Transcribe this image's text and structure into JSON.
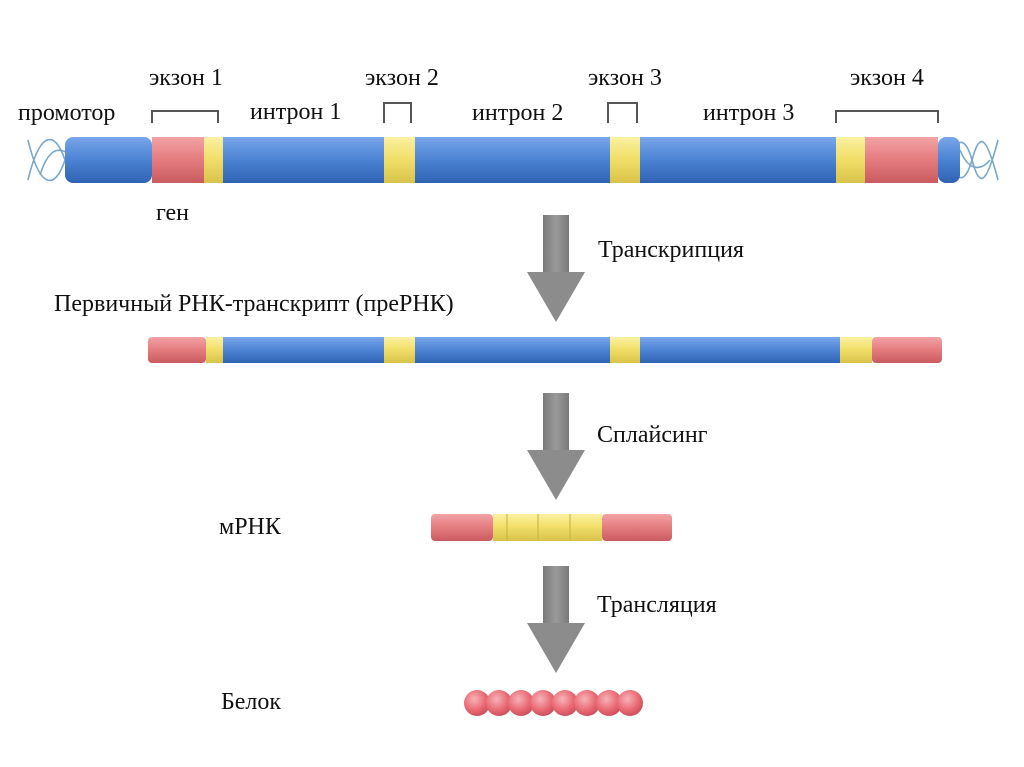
{
  "labels": {
    "promoter": "промотор",
    "gene": "ген",
    "exons": [
      "экзон 1",
      "экзон 2",
      "экзон 3",
      "экзон 4"
    ],
    "introns": [
      "интрон 1",
      "интрон 2",
      "интрон 3"
    ],
    "pre_rna": "Первичный РНК-транскрипт (преРНК)",
    "mrna": "мРНК",
    "protein": "Белок"
  },
  "steps": [
    "Транскрипция",
    "Сплайсинг",
    "Трансляция"
  ],
  "colors": {
    "exon_coding": "#e67f82",
    "exon_utr": "#f2e06b",
    "intron": "#4f86d6",
    "intron_edge": "#3a6fc0",
    "arrow": "#8c8c8c",
    "protein_bead": "#ea6b76",
    "helix": "#7aa7c9"
  }
}
